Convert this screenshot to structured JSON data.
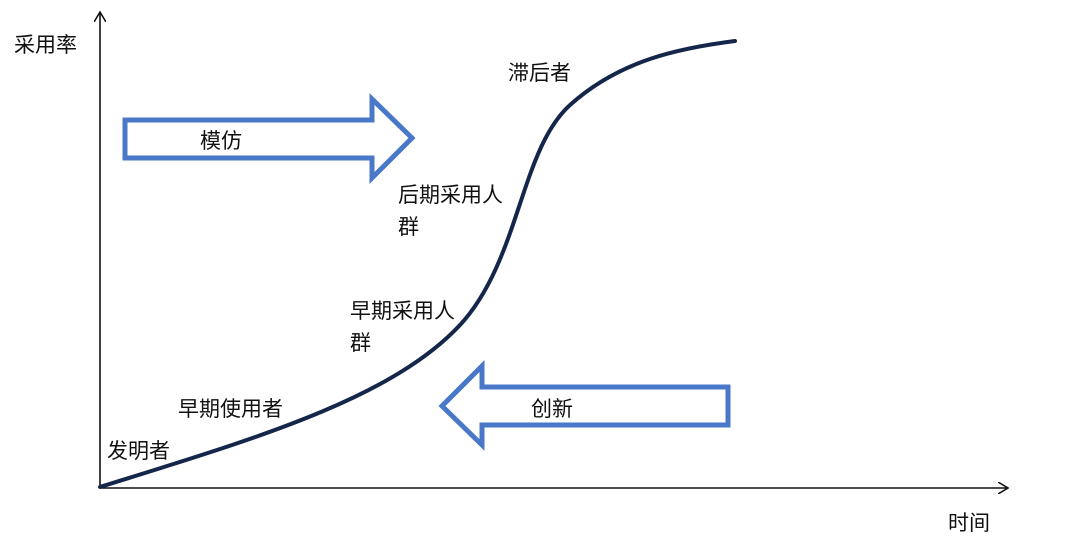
{
  "axes": {
    "y_label": "采用率",
    "x_label": "时间"
  },
  "arrows": {
    "imitation_label": "模仿",
    "innovation_label": "创新"
  },
  "stages": {
    "innovators": "发明者",
    "early_adopters": "早期使用者",
    "early_majority_line1": "早期采用人",
    "early_majority_line2": "群",
    "late_majority_line1": "后期采用人",
    "late_majority_line2": "群",
    "laggards": "滞后者"
  },
  "colors": {
    "curve": "#14264a",
    "arrow_outline": "#4a78c8",
    "axis": "#111111"
  }
}
